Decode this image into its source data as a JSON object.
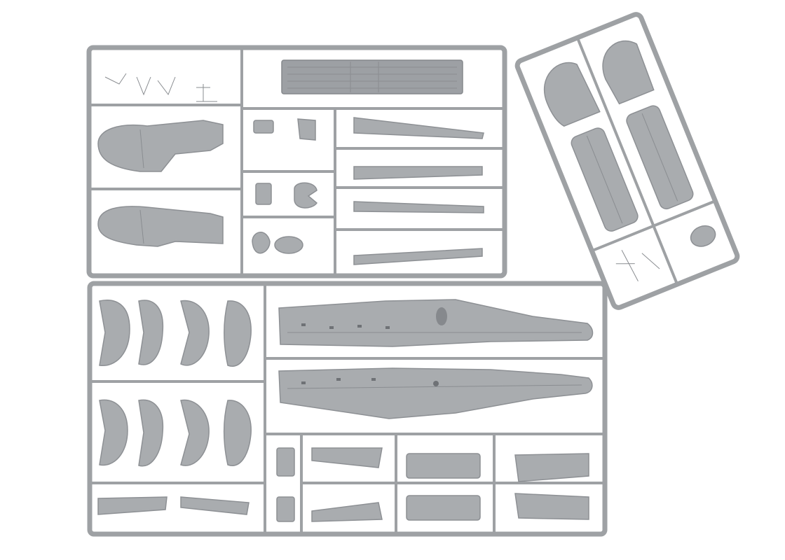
{
  "scene": {
    "description_tags": [
      "sprue-upper-left",
      "sprue-upper-right",
      "sprue-lower"
    ],
    "colors": {
      "background": "#ffffff",
      "plastic": "#a9acaf",
      "plastic_shadow": "#8d9094",
      "runner": "#9ea1a4"
    }
  }
}
